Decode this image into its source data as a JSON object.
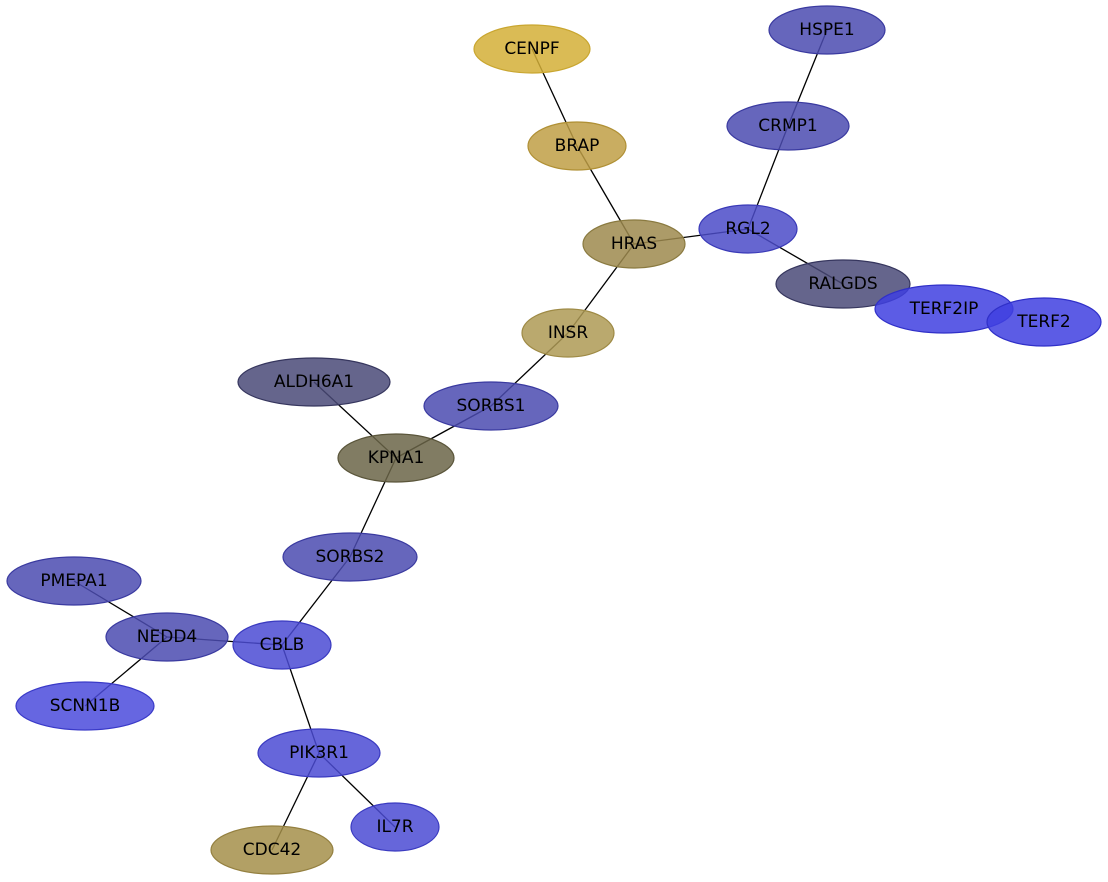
{
  "nodes": [
    {
      "id": "CENPF",
      "label": "CENPF",
      "fill": "#d4af37",
      "stroke": "#c9a630"
    },
    {
      "id": "BRAP",
      "label": "BRAP",
      "fill": "#bf9f45",
      "stroke": "#b09035"
    },
    {
      "id": "HSPE1",
      "label": "HSPE1",
      "fill": "#4b4bb0",
      "stroke": "#3a3aa0"
    },
    {
      "id": "CRMP1",
      "label": "CRMP1",
      "fill": "#4b4bb0",
      "stroke": "#3a3aa0"
    },
    {
      "id": "HRAS",
      "label": "HRAS",
      "fill": "#9e8a4e",
      "stroke": "#8a7a40"
    },
    {
      "id": "RGL2",
      "label": "RGL2",
      "fill": "#4b4bc8",
      "stroke": "#3a3ab8"
    },
    {
      "id": "RALGDS",
      "label": "RALGDS",
      "fill": "#4a4a78",
      "stroke": "#36365e"
    },
    {
      "id": "TERF2IP",
      "label": "TERF2IP",
      "fill": "#4040e0",
      "stroke": "#3030c8"
    },
    {
      "id": "TERF2",
      "label": "TERF2",
      "fill": "#4040e0",
      "stroke": "#3030c8"
    },
    {
      "id": "INSR",
      "label": "INSR",
      "fill": "#ae9a55",
      "stroke": "#9e8a45"
    },
    {
      "id": "ALDH6A1",
      "label": "ALDH6A1",
      "fill": "#4a4a78",
      "stroke": "#36365e"
    },
    {
      "id": "SORBS1",
      "label": "SORBS1",
      "fill": "#4b4bb0",
      "stroke": "#3a3aa0"
    },
    {
      "id": "KPNA1",
      "label": "KPNA1",
      "fill": "#6b6548",
      "stroke": "#5a553a"
    },
    {
      "id": "SORBS2",
      "label": "SORBS2",
      "fill": "#4b4bb0",
      "stroke": "#3a3aa0"
    },
    {
      "id": "PMEPA1",
      "label": "PMEPA1",
      "fill": "#4b4bb0",
      "stroke": "#3a3aa0"
    },
    {
      "id": "NEDD4",
      "label": "NEDD4",
      "fill": "#4b4bb0",
      "stroke": "#3a3aa0"
    },
    {
      "id": "CBLB",
      "label": "CBLB",
      "fill": "#4b4bd4",
      "stroke": "#3a3ac0"
    },
    {
      "id": "SCNN1B",
      "label": "SCNN1B",
      "fill": "#4b4bdc",
      "stroke": "#3a3ac8"
    },
    {
      "id": "PIK3R1",
      "label": "PIK3R1",
      "fill": "#4b4bd4",
      "stroke": "#3a3ac0"
    },
    {
      "id": "IL7R",
      "label": "IL7R",
      "fill": "#4b4bd4",
      "stroke": "#3a3ac0"
    },
    {
      "id": "CDC42",
      "label": "CDC42",
      "fill": "#a48f4a",
      "stroke": "#948040"
    }
  ],
  "edges": [
    [
      "CENPF",
      "BRAP"
    ],
    [
      "BRAP",
      "HRAS"
    ],
    [
      "HSPE1",
      "CRMP1"
    ],
    [
      "CRMP1",
      "RGL2"
    ],
    [
      "HRAS",
      "RGL2"
    ],
    [
      "RGL2",
      "RALGDS"
    ],
    [
      "HRAS",
      "INSR"
    ],
    [
      "INSR",
      "SORBS1"
    ],
    [
      "SORBS1",
      "KPNA1"
    ],
    [
      "ALDH6A1",
      "KPNA1"
    ],
    [
      "KPNA1",
      "SORBS2"
    ],
    [
      "SORBS2",
      "CBLB"
    ],
    [
      "NEDD4",
      "CBLB"
    ],
    [
      "PMEPA1",
      "NEDD4"
    ],
    [
      "NEDD4",
      "SCNN1B"
    ],
    [
      "CBLB",
      "PIK3R1"
    ],
    [
      "PIK3R1",
      "IL7R"
    ],
    [
      "PIK3R1",
      "CDC42"
    ]
  ]
}
